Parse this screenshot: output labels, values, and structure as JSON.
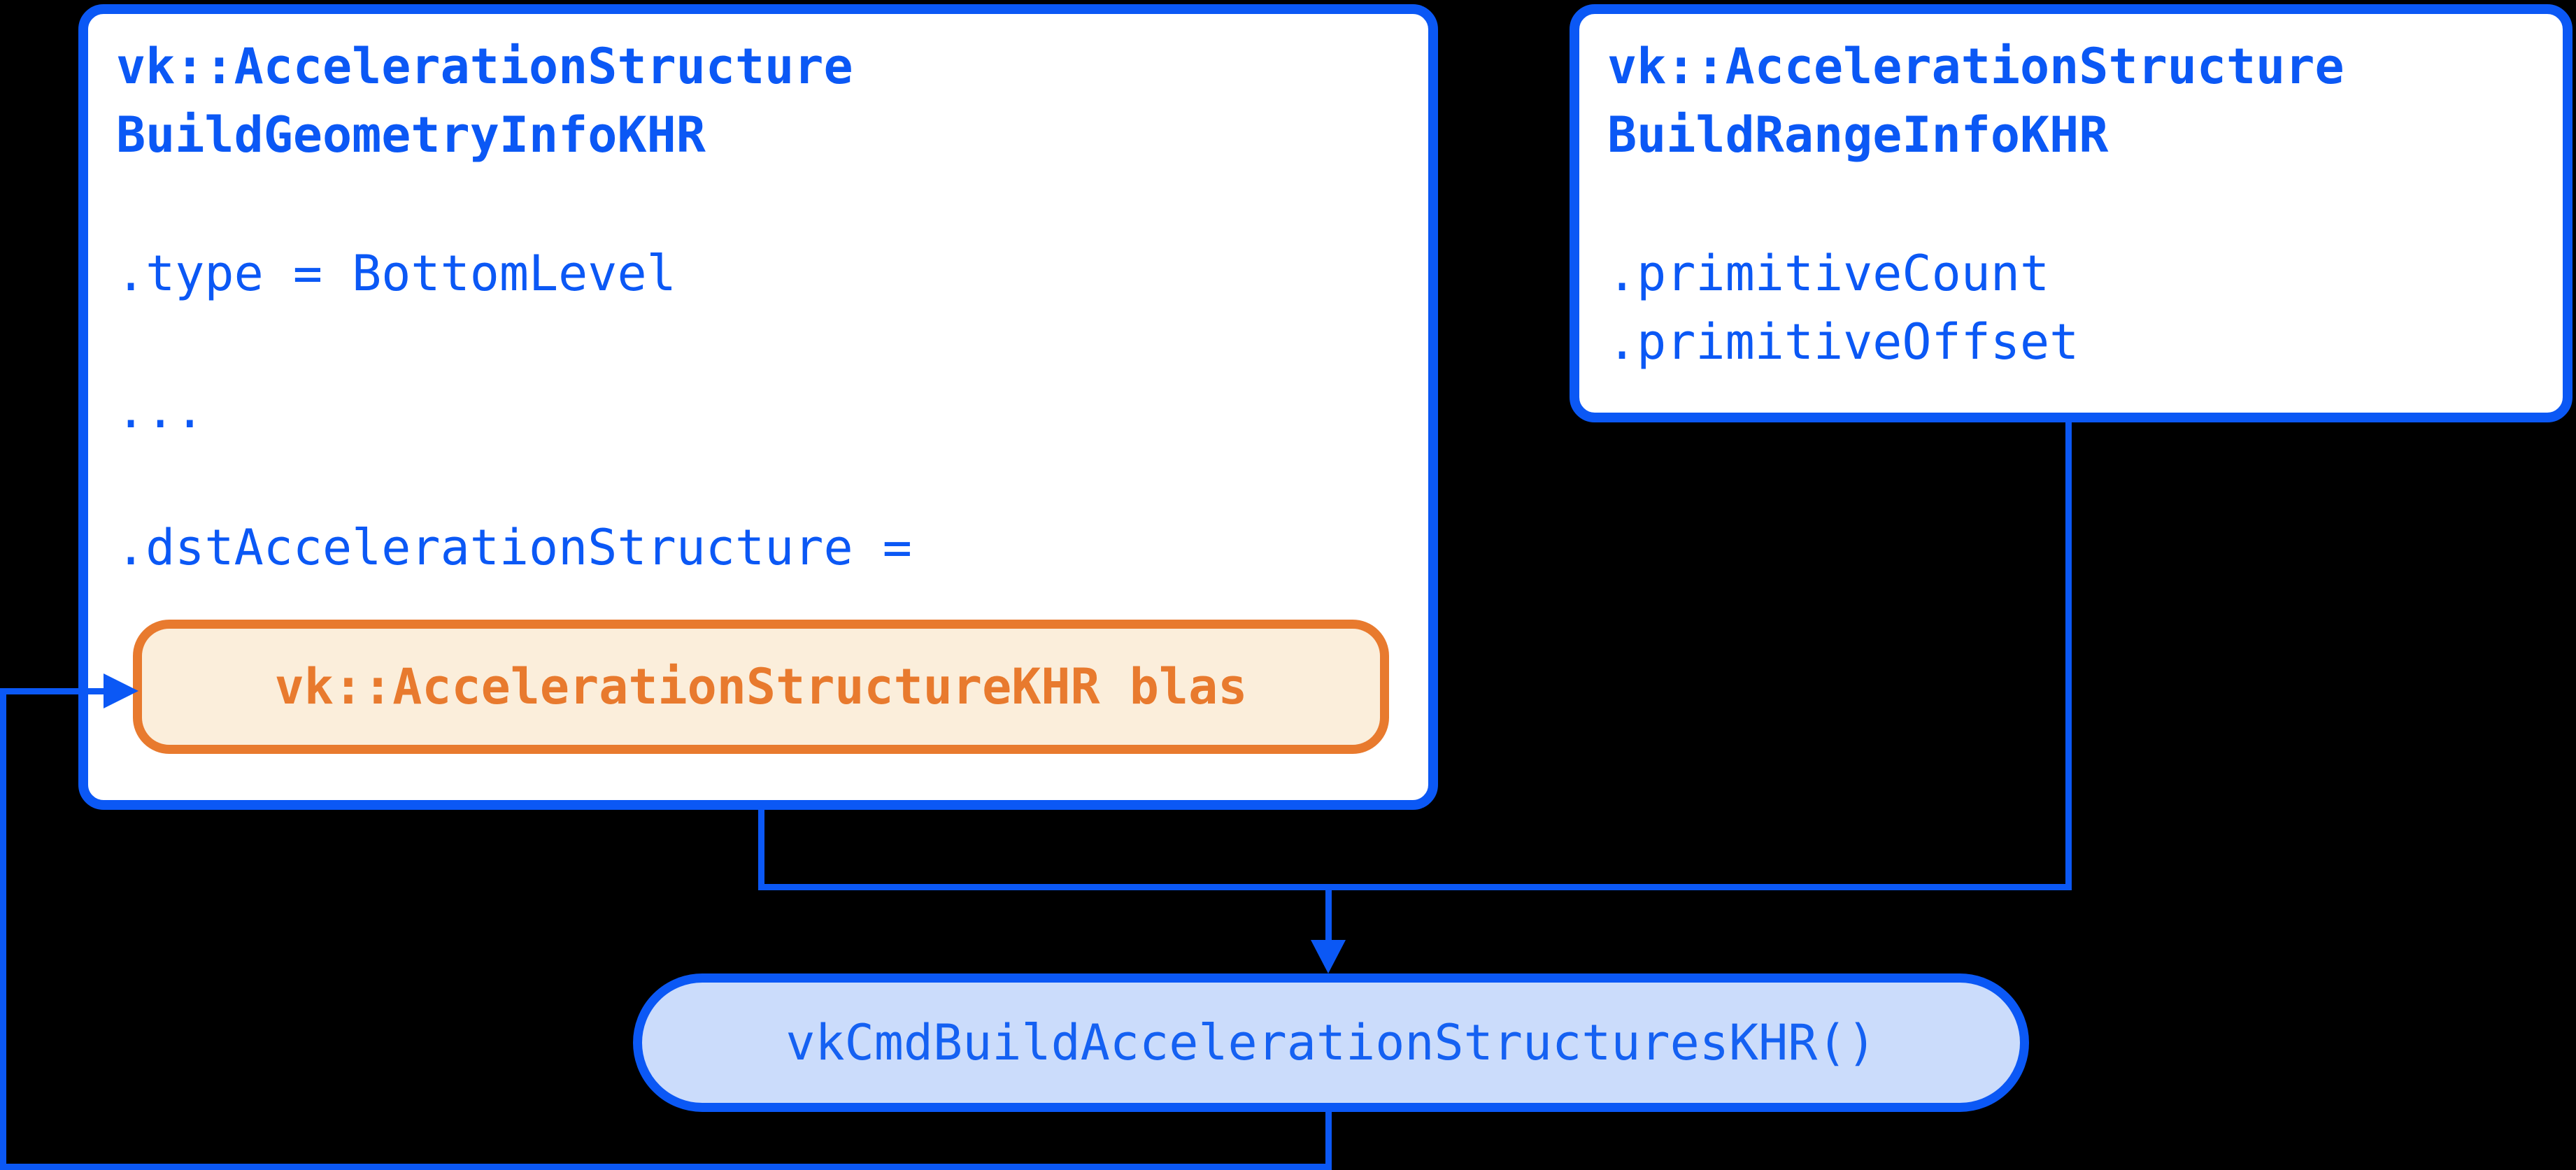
{
  "diagram": {
    "background_color": "#000000",
    "accent_blue": "#0b58f5",
    "accent_orange": "#e87a2e",
    "orange_fill": "#fbeedb",
    "pill_fill": "#cbdcfb",
    "box_fill": "#ffffff",
    "geometry_info_box": {
      "title_line1": "vk::AccelerationStructure",
      "title_line2": "BuildGeometryInfoKHR",
      "fields": [
        ".type = BottomLevel",
        "...",
        ".dstAccelerationStructure ="
      ],
      "blas_node": {
        "label": "vk::AccelerationStructureKHR blas"
      }
    },
    "range_info_box": {
      "title_line1": "vk::AccelerationStructure",
      "title_line2": "BuildRangeInfoKHR",
      "fields": [
        ".primitiveCount",
        ".primitiveOffset"
      ]
    },
    "build_call_node": {
      "label": "vkCmdBuildAccelerationStructuresKHR()"
    }
  }
}
